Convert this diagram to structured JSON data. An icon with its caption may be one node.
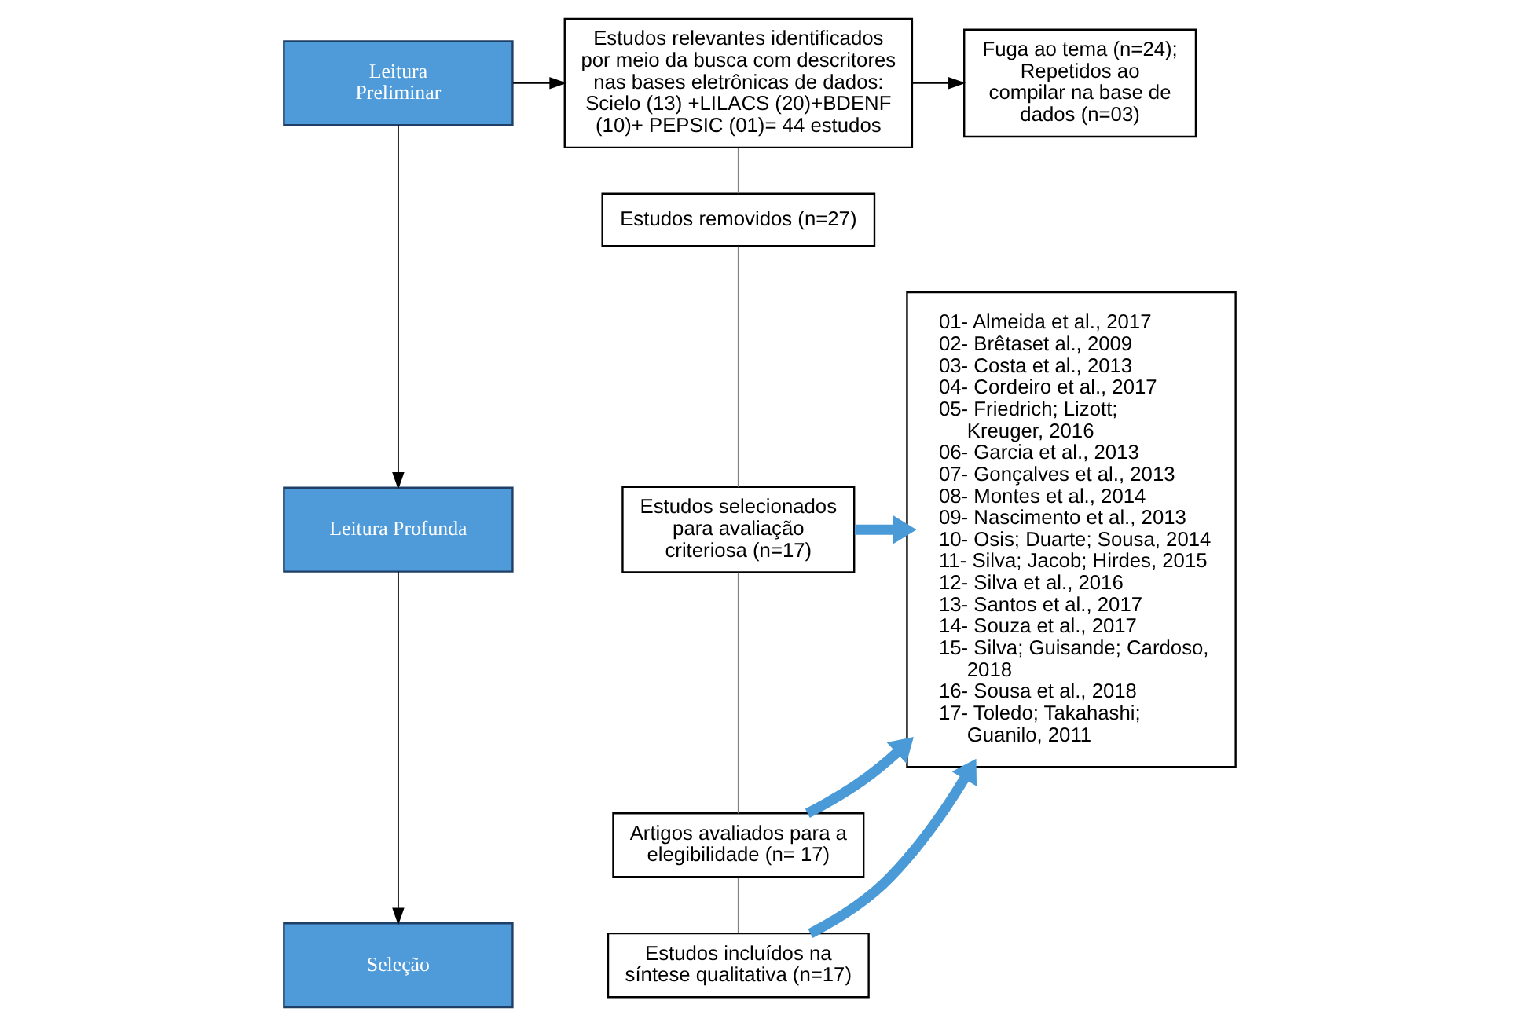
{
  "diagram": {
    "nodes": [
      {
        "text": [
          "Leitura Preliminar"
        ]
      },
      {
        "text": [
          "Leitura Profunda"
        ]
      },
      {
        "text": [
          "Seleção"
        ]
      },
      {
        "text": [
          "Estudos relevantes identificados por meio da busca com descritores nas bases eletrônicas de dados: Scielo (13) +LILACS (20)+BDENF (10)+ PEPSIC (01)= 44 estudos"
        ]
      },
      {
        "text": [
          "Fuga ao tema (n=24); Repetidos ao compilar na base de dados (n=03)"
        ]
      },
      {
        "text": [
          "Estudos removidos (n=27)"
        ]
      },
      {
        "text": [
          "Estudos selecionados para avaliação criteriosa (n=17)"
        ]
      },
      {
        "text": [
          "Artigos avaliados para a elegibilidade (n= 17)"
        ]
      },
      {
        "text": [
          "Estudos incluídos na síntese qualitativa (n=17)"
        ]
      },
      {
        "text": [
          "01- Almeida et al., 2017",
          "02- Brêtaset al., 2009",
          "03- Costa et al., 2013",
          "04- Cordeiro et al., 2017",
          "05- Friedrich; Lizott; Kreuger, 2016",
          "06- Garcia et al., 2013",
          "07- Gonçalves et al., 2013",
          "08- Montes et al., 2014",
          "09- Nascimento et al., 2013",
          "10- Osis; Duarte; Sousa, 2014",
          "11- Silva; Jacob; Hirdes, 2015",
          "12- Silva et al., 2016",
          "13- Santos et al., 2017",
          "14- Souza et al., 2017",
          "15- Silva; Guisande; Cardoso, 2018",
          "16- Sousa et al., 2018",
          "17- Toledo; Takahashi; Guanilo, 2011"
        ]
      }
    ],
    "edges": [
      {
        "from": 0,
        "to": 3,
        "arrow": "to"
      },
      {
        "from": 3,
        "to": 4,
        "arrow": "to"
      },
      {
        "from": 0,
        "to": 1,
        "arrow": "to"
      },
      {
        "from": 1,
        "to": 2,
        "arrow": "to"
      },
      {
        "from": 3,
        "to": 5,
        "arrow": "none",
        "color": "#808080"
      },
      {
        "from": 5,
        "to": 6,
        "arrow": "none",
        "color": "#808080"
      },
      {
        "from": 6,
        "to": 7,
        "arrow": "none",
        "color": "#808080"
      },
      {
        "from": 7,
        "to": 8,
        "arrow": "none",
        "color": "#808080"
      },
      {
        "from": 6,
        "to": 9,
        "arrow": "to",
        "style": "thick",
        "color": "#4a9ad8"
      },
      {
        "from": 7,
        "to": 9,
        "arrow": "to",
        "style": "thick",
        "color": "#4a9ad8"
      },
      {
        "from": 8,
        "to": 9,
        "arrow": "to",
        "style": "thick",
        "color": "#4a9ad8"
      }
    ]
  }
}
